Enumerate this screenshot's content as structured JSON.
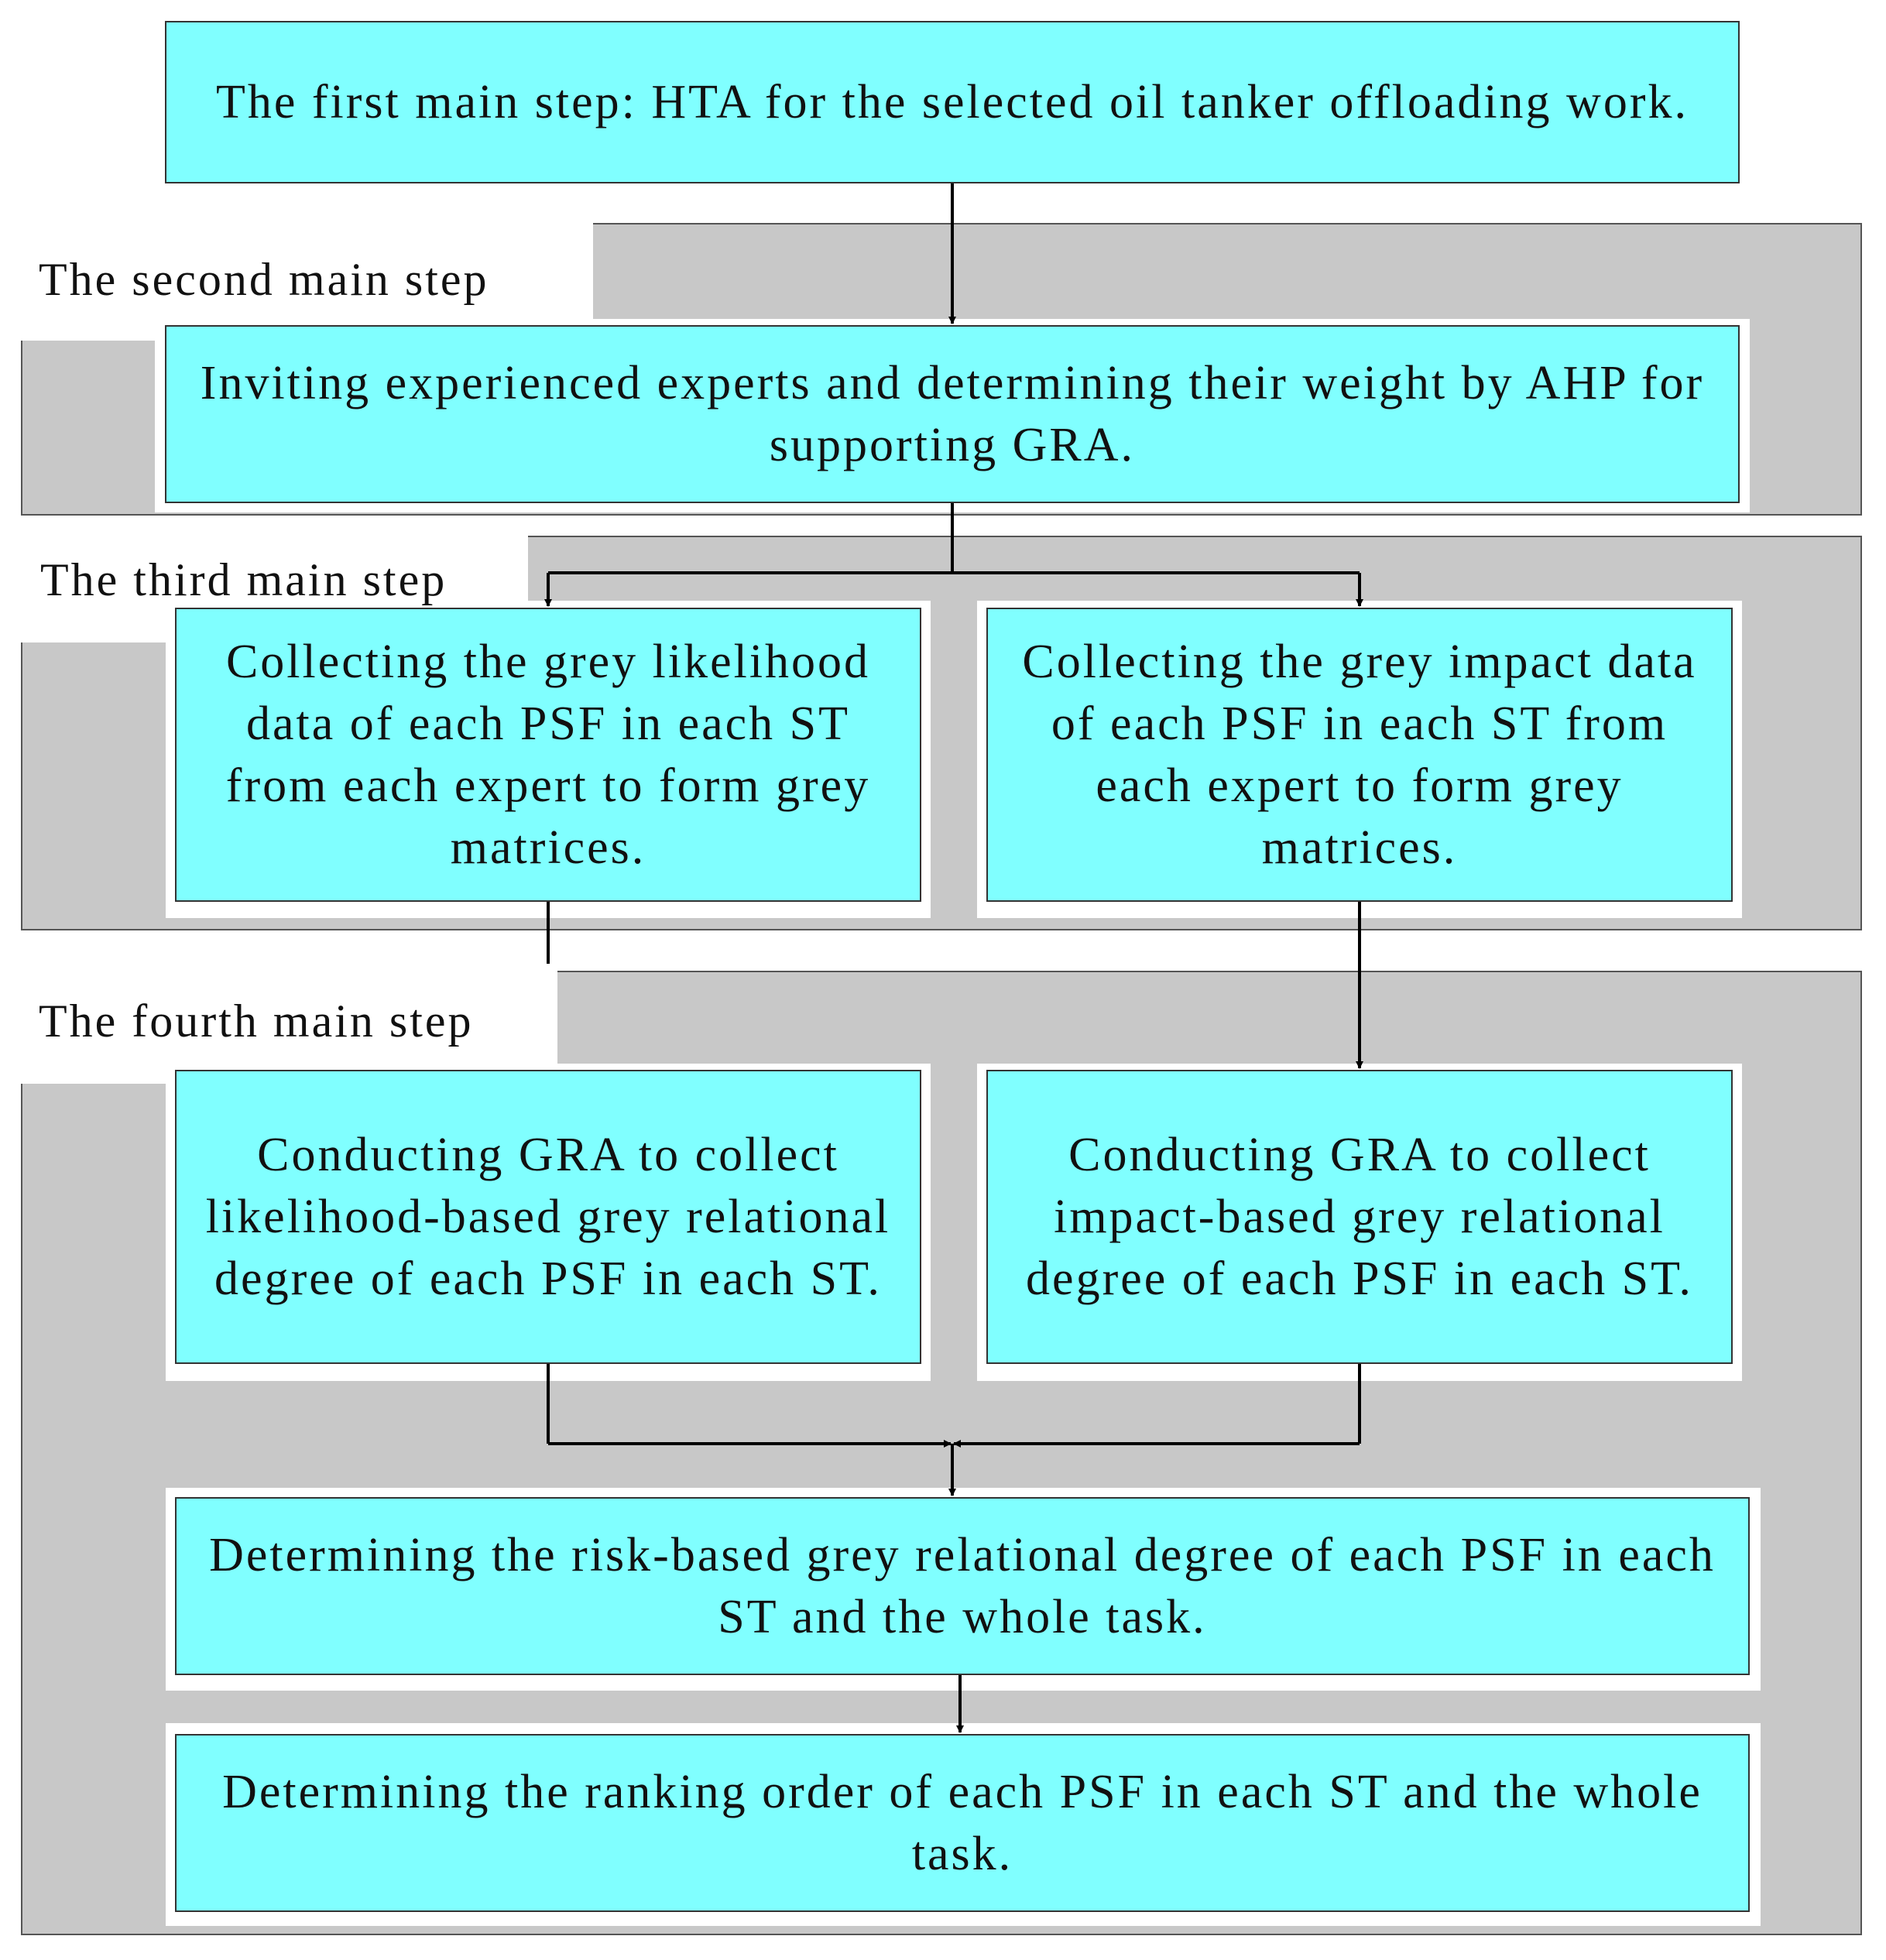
{
  "colors": {
    "box_fill": "#80ffff",
    "panel_fill": "#c8c8c8",
    "label_fill": "#ffffff",
    "line": "#000000"
  },
  "steps": {
    "first": "The first main step: HTA for the selected oil tanker offloading work.",
    "second_label": "The second main step",
    "second": "Inviting experienced experts and determining their weight by AHP for supporting GRA.",
    "third_label": "The third main step",
    "third_left": "Collecting the grey likelihood data of each PSF in each ST from each expert to form grey matrices.",
    "third_right": "Collecting the grey impact data of each PSF in each ST from each expert to form grey matrices.",
    "fourth_label": "The fourth main step",
    "fourth_left": "Conducting GRA to collect likelihood-based grey relational degree of each PSF in each ST.",
    "fourth_right": "Conducting GRA to collect impact-based grey relational degree of each PSF in each ST.",
    "risk": "Determining the risk-based grey relational degree of each PSF in each ST and the whole task.",
    "ranking": "Determining the ranking order of each PSF in each ST and the whole task."
  }
}
